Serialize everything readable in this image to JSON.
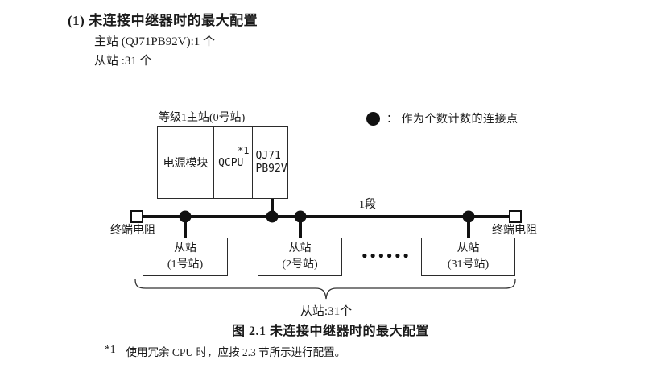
{
  "page": {
    "heading": "(1) 未连接中继器时的最大配置",
    "spec_master": "主站 (QJ71PB92V):1 个",
    "spec_slave": "从站 :31 个",
    "figure_caption": "图 2.1 未连接中继器时的最大配置",
    "footnote": {
      "marker": "*1",
      "text": "使用冗余 CPU 时，应按 2.3 节所示进行配置。"
    }
  },
  "legend": {
    "icon": "filled-circle",
    "text": "：  作为个数计数的连接点"
  },
  "diagram": {
    "master": {
      "label": "等级1主站(0号站)",
      "power_cell": "电源模块",
      "cpu_cell": "QCPU",
      "cpu_note": "*1",
      "pb_cell_line1": "QJ71",
      "pb_cell_line2": "PB92V"
    },
    "terminator_left": "终端电阻",
    "terminator_right": "终端电阻",
    "segment_label": "1段",
    "slaves": [
      {
        "line1": "从站",
        "line2": "(1号站)"
      },
      {
        "line1": "从站",
        "line2": "(2号站)"
      },
      {
        "line1": "从站",
        "line2": "(31号站)"
      }
    ],
    "ellipsis": "●●●●●●",
    "brace_label": "从站:31个",
    "slave_count": 31,
    "segment_count": 1
  },
  "colors": {
    "text": "#1a1a1a",
    "line": "#111111",
    "background": "#ffffff"
  }
}
